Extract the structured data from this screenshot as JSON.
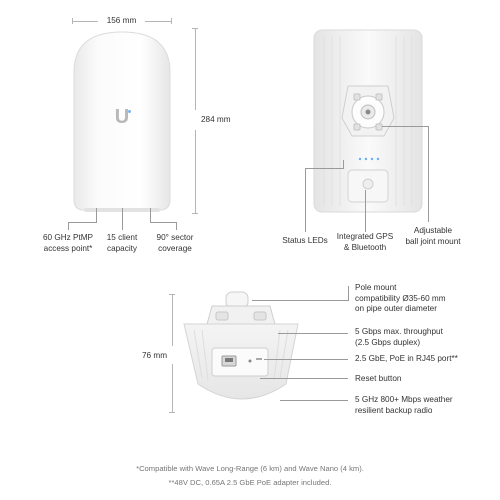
{
  "top_left": {
    "width_label": "156 mm",
    "height_label": "284 mm",
    "callouts": [
      {
        "line1": "60 GHz PtMP",
        "line2": "access point*"
      },
      {
        "line1": "15 client",
        "line2": "capacity"
      },
      {
        "line1": "90° sector",
        "line2": "coverage"
      }
    ]
  },
  "top_right": {
    "callouts": [
      {
        "line1": "Status LEDs",
        "line2": ""
      },
      {
        "line1": "Integrated GPS",
        "line2": "& Bluetooth"
      },
      {
        "line1": "Adjustable",
        "line2": "ball joint mount"
      }
    ]
  },
  "bottom": {
    "height_label": "76 mm",
    "callouts": [
      {
        "lines": [
          "Pole mount",
          "compatibility Ø35-60 mm",
          "on pipe outer diameter"
        ]
      },
      {
        "lines": [
          "5 Gbps max. throughput",
          "(2.5 Gbps duplex)"
        ]
      },
      {
        "lines": [
          "2.5 GbE, PoE in RJ45 port**"
        ]
      },
      {
        "lines": [
          "Reset button"
        ]
      },
      {
        "lines": [
          "5 GHz 800+ Mbps weather",
          "resilient backup radio"
        ]
      }
    ]
  },
  "footnotes": [
    "*Compatible with Wave Long-Range (6 km) and Wave Nano (4 km).",
    "**48V DC, 0.65A 2.5 GbE PoE adapter included."
  ],
  "logo_glyph": "U"
}
